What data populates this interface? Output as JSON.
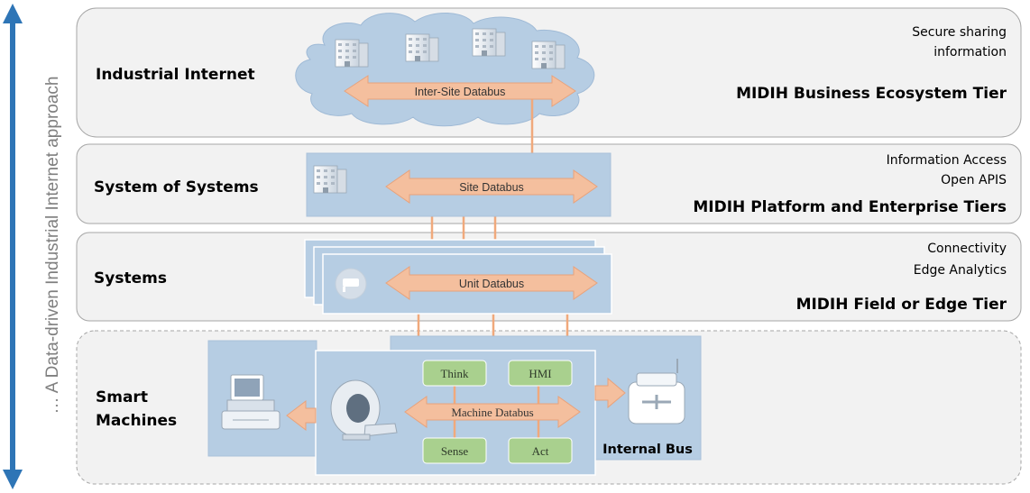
{
  "side_label": "… A Data-driven Industrial Internet approach",
  "tiers": {
    "industrial_internet": {
      "left_label": "Industrial Internet",
      "right_line1": "Secure sharing",
      "right_line2": "information",
      "tier_title": "MIDIH Business Ecosystem Tier",
      "databus": "Inter-Site Databus"
    },
    "system_of_systems": {
      "left_label": "System of Systems",
      "right_line1": "Information  Access",
      "right_line2": "Open APIS",
      "tier_title": "MIDIH Platform and Enterprise Tiers",
      "databus": "Site Databus"
    },
    "systems": {
      "left_label": "Systems",
      "right_line1": "Connectivity",
      "right_line2": "Edge Analytics",
      "tier_title": "MIDIH Field or Edge Tier",
      "databus": "Unit Databus"
    },
    "smart_machines": {
      "left_label_line1": "Smart",
      "left_label_line2": "Machines",
      "databus": "Machine Databus",
      "internal_bus": "Internal Bus",
      "modules": [
        "Think",
        "HMI",
        "Sense",
        "Act"
      ]
    }
  },
  "colors": {
    "tier_fill": "#f2f2f2",
    "tier_stroke": "#a6a6a6",
    "panel_fill": "#b6cde3",
    "arrow_fill": "#f4bf9e",
    "connector": "#f0a97c",
    "module_fill": "#a9d08e",
    "side_arrow": "#2e75b6",
    "side_text": "#7f7f7f"
  },
  "icons": [
    "building-icon",
    "cloud-icon",
    "unit-icon",
    "mri-scanner-icon",
    "monitor-device-icon",
    "medical-cart-icon"
  ]
}
